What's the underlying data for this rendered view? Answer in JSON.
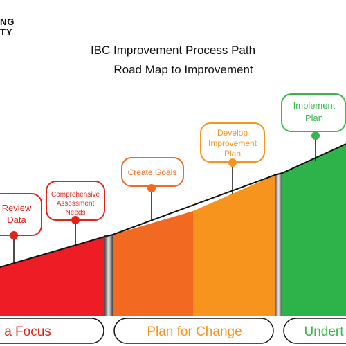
{
  "logo": {
    "line1": "NG",
    "line2": "TY"
  },
  "title": {
    "line1": "IBC Improvement Process Path",
    "line2": "Road Map to Improvement"
  },
  "steps": [
    {
      "lines": [
        "Review",
        "Data"
      ],
      "color": "#e2231a"
    },
    {
      "lines": [
        "Comprehensive",
        "Assessment",
        "Needs"
      ],
      "color": "#e2231a"
    },
    {
      "lines": [
        "Create Goals"
      ],
      "color": "#f26a21"
    },
    {
      "lines": [
        "Develop",
        "Improvement",
        "Plan"
      ],
      "color": "#f7941d"
    },
    {
      "lines": [
        "Implement",
        "Plan"
      ],
      "color": "#39b54a"
    }
  ],
  "phases": [
    {
      "label": "a Focus",
      "color": "#e2231a"
    },
    {
      "label": "Plan for Change",
      "color": "#f7941d"
    },
    {
      "label": "Undert",
      "color": "#39b54a"
    }
  ],
  "colors": {
    "red": "#ee1c24",
    "orange1": "#f26a21",
    "orange2": "#f7941d",
    "green": "#2db34a",
    "outline": "#222222"
  }
}
